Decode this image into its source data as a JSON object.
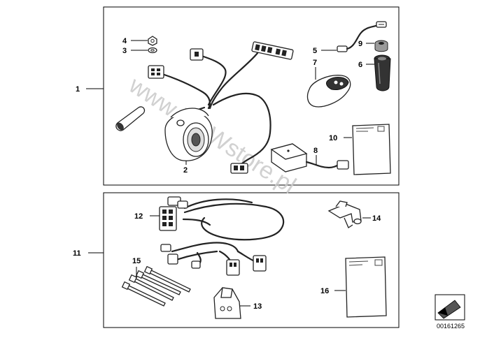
{
  "watermark": "www.BMWstore.pl",
  "diagram_id": "00161265",
  "groups": [
    {
      "label": "1"
    },
    {
      "label": "11"
    }
  ],
  "callouts": {
    "p2": "2",
    "p3": "3",
    "p4": "4",
    "p5": "5",
    "p6": "6",
    "p7": "7",
    "p8": "8",
    "p9": "9",
    "p10": "10",
    "p12": "12",
    "p13": "13",
    "p14": "14",
    "p15": "15",
    "p16": "16"
  }
}
